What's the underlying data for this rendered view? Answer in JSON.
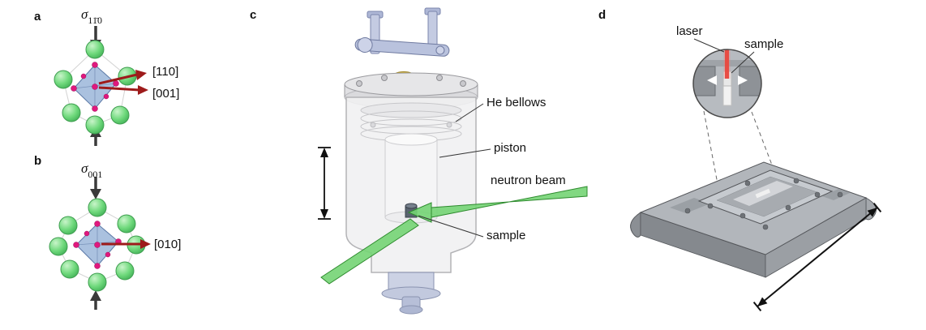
{
  "figure": {
    "panels": {
      "a": {
        "letter": "a",
        "sigma": "σ",
        "sigma_sub": "11̄0",
        "dir_upper": "[110]",
        "dir_lower": "[001]"
      },
      "b": {
        "letter": "b",
        "sigma": "σ",
        "sigma_sub": "001",
        "dir": "[010]"
      },
      "c": {
        "letter": "c",
        "he_bellows": "He bellows",
        "piston": "piston",
        "neutron_beam": "neutron beam",
        "sample": "sample"
      },
      "d": {
        "letter": "d",
        "laser": "laser",
        "sample": "sample"
      }
    },
    "colors": {
      "sphere_green": "#6fd97c",
      "ion_pink": "#e0187e",
      "octahedron_blue": "#a3bcdc",
      "stress_arrow_gray": "#3a3a3a",
      "direction_arrow_red": "#9e1b1b",
      "neutron_beam_green": "#74d474",
      "metal_blue_gray": "#c4cbe2",
      "vessel_gray": "#f0f0f1",
      "device_gray": "#b2b6bb",
      "laser_red": "#e8473e"
    }
  }
}
